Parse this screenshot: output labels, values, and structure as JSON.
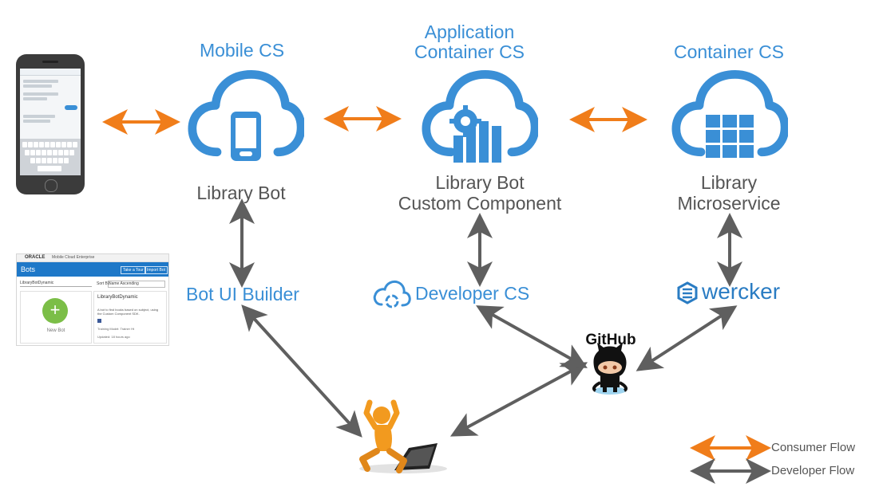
{
  "top_labels": {
    "mobile_cs": "Mobile CS",
    "app_container_line1": "Application",
    "app_container_line2": "Container CS",
    "container_cs": "Container CS"
  },
  "component_labels": {
    "library_bot": "Library Bot",
    "custom_component_line1": "Library Bot",
    "custom_component_line2": "Custom Component",
    "microservice_line1": "Library",
    "microservice_line2": "Microservice"
  },
  "dev_labels": {
    "bot_ui_builder": "Bot UI Builder",
    "developer_cs": "Developer CS",
    "wercker": "wercker",
    "github": "GitHub"
  },
  "legend": {
    "consumer_flow": "Consumer Flow",
    "developer_flow": "Developer Flow"
  },
  "bots_screenshot": {
    "brand": "ORACLE",
    "product": "Mobile Cloud Enterprise",
    "title": "Bots",
    "btn_tour": "Take a Tour",
    "btn_import": "Import Bot",
    "search_value": "LibraryBotDynamic",
    "sort_label": "Sort By",
    "sort_value": "Name Ascending",
    "new_bot": "New Bot",
    "card_title": "LibraryBotDynamic",
    "card_desc": "A bot to find books based on subject, using the Custom Component SDK.",
    "card_training": "Training Model: Trainer Ht",
    "card_updated": "Updated: 18 hours ago"
  },
  "colors": {
    "service_blue": "#3a8fd6",
    "consumer_orange": "#f07d1a",
    "developer_grey": "#5f5f5f",
    "label_grey": "#555555"
  }
}
